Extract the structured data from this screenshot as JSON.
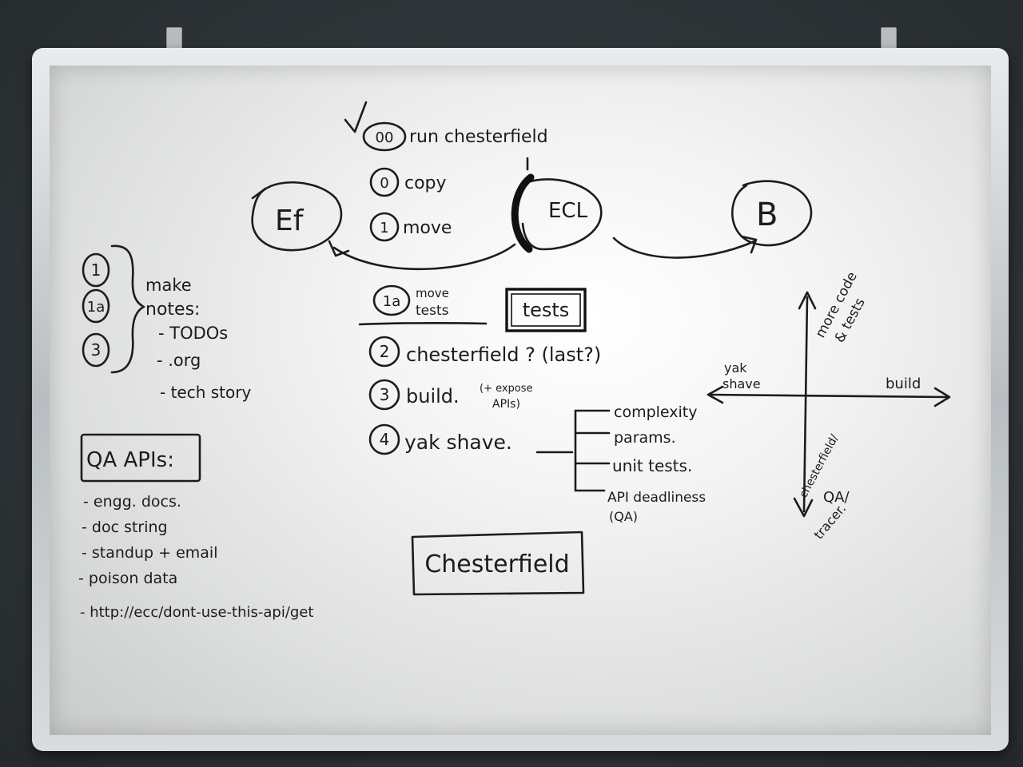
{
  "board": {
    "top_steps": [
      {
        "tag": "00",
        "text": "run chesterfield"
      },
      {
        "tag": "0",
        "text": "copy"
      },
      {
        "tag": "1",
        "text": "move"
      }
    ],
    "nodes": {
      "left": "Ef",
      "center": "ECL",
      "right": "B"
    },
    "step_1a": {
      "tag": "1a",
      "line1": "move",
      "line2": "tests"
    },
    "tests_box": "tests",
    "steps_lower": [
      {
        "tag": "2",
        "text": "chesterfield ? (last?)"
      },
      {
        "tag": "3",
        "text": "build.",
        "note_line1": "(+ expose",
        "note_line2": "APIs)"
      },
      {
        "tag": "4",
        "text": "yak shave."
      }
    ],
    "yak_branches": [
      "complexity",
      "params.",
      "unit tests.",
      "API deadliness",
      "(QA)"
    ],
    "brace_items": [
      "1",
      "1a",
      "3"
    ],
    "make_notes": {
      "line1": "make",
      "line2": "notes:",
      "items": [
        "- TODOs",
        "- .org",
        "- tech story"
      ]
    },
    "qa_box": "QA APIs:",
    "qa_items": [
      "- engg. docs.",
      "- doc string",
      "- standup + email",
      "- poison data",
      "- http://ecc/dont-use-this-api/get"
    ],
    "chesterfield_box": "Chesterfield",
    "axes": {
      "up_line1": "more code",
      "up_line2": "& tests",
      "left_line1": "yak",
      "left_line2": "shave",
      "right": "build",
      "down_line1": "chesterfield/",
      "down_line2": "QA/",
      "down_line3": "tracer."
    }
  }
}
